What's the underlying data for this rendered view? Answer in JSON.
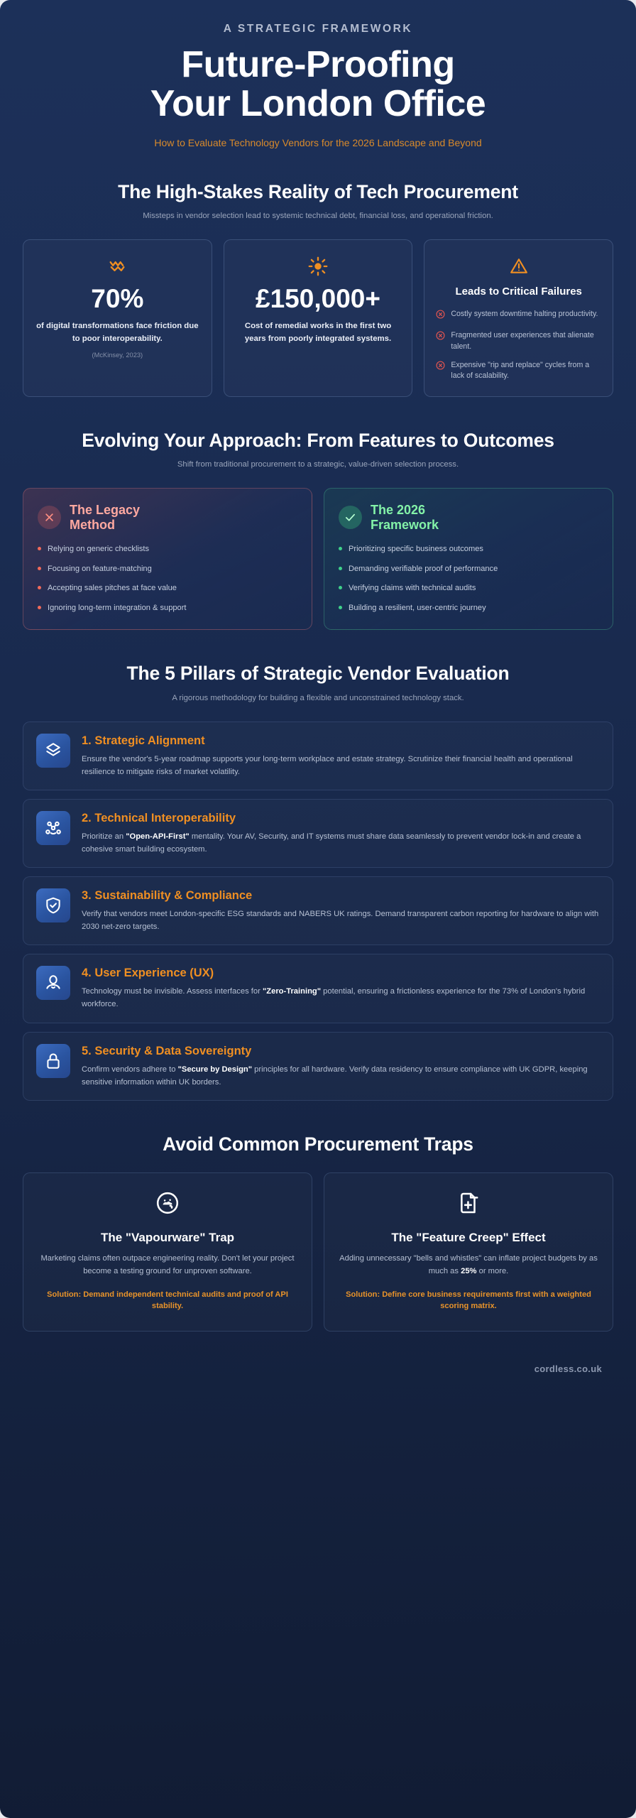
{
  "header": {
    "eyebrow": "A STRATEGIC FRAMEWORK",
    "title_line1": "Future-Proofing",
    "title_line2": "Your London Office",
    "subtitle": "How to Evaluate Technology Vendors for the 2026 Landscape and Beyond"
  },
  "reality": {
    "title": "The High-Stakes Reality of Tech Procurement",
    "subtitle": "Missteps in vendor selection lead to systemic technical debt, financial loss, and operational friction.",
    "stats": [
      {
        "icon": "crown-icon",
        "value": "70%",
        "description": "of digital transformations face friction due to poor interoperability.",
        "source": "(McKinsey, 2023)"
      },
      {
        "icon": "sun-icon",
        "value": "£150,000+",
        "description": "Cost of remedial works in the first two years from poorly integrated systems.",
        "source": ""
      }
    ],
    "failures": {
      "icon": "warning-triangle-icon",
      "title": "Leads to Critical Failures",
      "items": [
        "Costly system downtime halting productivity.",
        "Fragmented user experiences that alienate talent.",
        "Expensive \"rip and replace\" cycles from a lack of scalability."
      ]
    }
  },
  "evolving": {
    "title": "Evolving Your Approach: From Features to Outcomes",
    "subtitle": "Shift from traditional procurement to a strategic, value-driven selection process.",
    "legacy": {
      "icon": "x-icon",
      "title": "The Legacy Method",
      "items": [
        "Relying on generic checklists",
        "Focusing on feature-matching",
        "Accepting sales pitches at face value",
        "Ignoring long-term integration & support"
      ]
    },
    "framework": {
      "icon": "check-icon",
      "title": "The 2026 Framework",
      "items": [
        "Prioritizing specific business outcomes",
        "Demanding verifiable proof of performance",
        "Verifying claims with technical audits",
        "Building a resilient, user-centric journey"
      ]
    }
  },
  "pillars": {
    "title": "The 5 Pillars of Strategic Vendor Evaluation",
    "subtitle": "A rigorous methodology for building a flexible and unconstrained technology stack.",
    "items": [
      {
        "icon": "layers-icon",
        "title": "1. Strategic Alignment",
        "desc_html": "Ensure the vendor's 5-year roadmap supports your long-term workplace and estate strategy. Scrutinize their financial health and operational resilience to mitigate risks of market volatility."
      },
      {
        "icon": "network-nodes-icon",
        "title": "2. Technical Interoperability",
        "desc_html": "Prioritize an <b>\"Open-API-First\"</b> mentality. Your AV, Security, and IT systems must share data seamlessly to prevent vendor lock-in and create a cohesive smart building ecosystem."
      },
      {
        "icon": "shield-check-icon",
        "title": "3. Sustainability & Compliance",
        "desc_html": "Verify that vendors meet London-specific ESG standards and NABERS UK ratings. Demand transparent carbon reporting for hardware to align with 2030 net-zero targets."
      },
      {
        "icon": "user-smile-icon",
        "title": "4. User Experience (UX)",
        "desc_html": "Technology must be invisible. Assess interfaces for <b>\"Zero-Training\"</b> potential, ensuring a frictionless experience for the 73% of London's hybrid workforce."
      },
      {
        "icon": "lock-icon",
        "title": "5. Security & Data Sovereignty",
        "desc_html": "Confirm vendors adhere to <b>\"Secure by Design\"</b> principles for all hardware. Verify data residency to ensure compliance with UK GDPR, keeping sensitive information within UK borders."
      }
    ]
  },
  "traps": {
    "title": "Avoid Common Procurement Traps",
    "items": [
      {
        "icon": "cloud-face-icon",
        "title": "The \"Vapourware\" Trap",
        "desc_html": "Marketing claims often outpace engineering reality. Don't let your project become a testing ground for unproven software.",
        "solution": "Solution: Demand independent technical audits and proof of API stability."
      },
      {
        "icon": "file-plus-icon",
        "title": "The \"Feature Creep\" Effect",
        "desc_html": "Adding unnecessary \"bells and whistles\" can inflate project budgets by as much as <b>25%</b> or more.",
        "solution": "Solution: Define core business requirements first with a weighted scoring matrix."
      }
    ]
  },
  "footer": {
    "brand": "cordless.co.uk"
  },
  "colors": {
    "accent_orange": "#f08f22",
    "subtitle_orange": "#d98a2b",
    "legacy_red": "#ffa9a0",
    "framework_green": "#83f2a8",
    "page_bg_top": "#1c3059",
    "page_bg_bottom": "#111c34"
  }
}
